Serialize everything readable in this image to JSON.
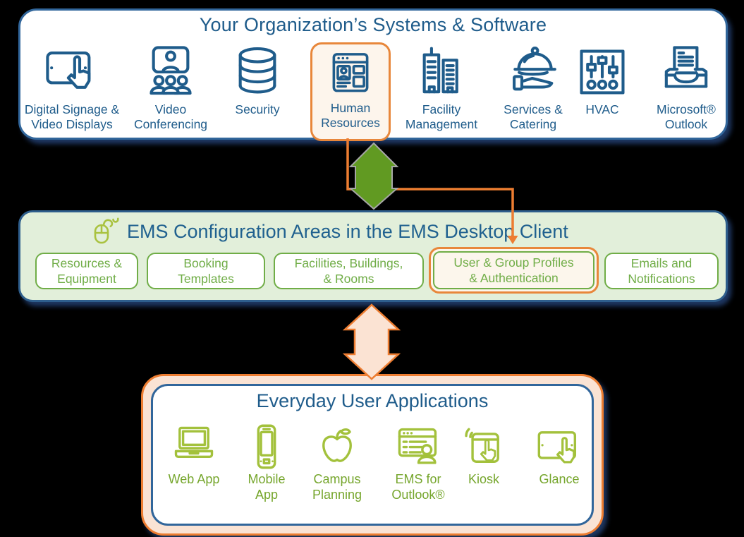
{
  "colors": {
    "dark_blue_text": "#1F5C8B",
    "panel_border_blue": "#31669B",
    "middle_border_blue": "#2E5E8C",
    "green_button": "#70AD47",
    "light_green_bg": "#E2EFDA",
    "icon_green": "#A3C13C",
    "green_label": "#76A62D",
    "orange": "#ED7D31",
    "peach_bg": "#FAE3D4",
    "cream_highlight_bg": "#FDF5EC",
    "arrow_green_fill": "#619A22",
    "arrow_gray_outline": "#A6A6A6",
    "pink_arrow_fill": "#FBE3D3",
    "background": "#000000"
  },
  "top_section": {
    "title": "Your Organization’s Systems & Software",
    "items": [
      {
        "icon": "digital-signage-icon",
        "label": "Digital Signage &\nVideo Displays",
        "highlighted": false
      },
      {
        "icon": "video-conferencing-icon",
        "label": "Video\nConferencing",
        "highlighted": false
      },
      {
        "icon": "security-icon",
        "label": "Security",
        "highlighted": false
      },
      {
        "icon": "human-resources-icon",
        "label": "Human\nResources",
        "highlighted": true
      },
      {
        "icon": "facility-management-icon",
        "label": "Facility\nManagement",
        "highlighted": false
      },
      {
        "icon": "services-catering-icon",
        "label": "Services &\nCatering",
        "highlighted": false
      },
      {
        "icon": "hvac-icon",
        "label": "HVAC",
        "highlighted": false
      },
      {
        "icon": "microsoft-outlook-icon",
        "label": "Microsoft®\nOutlook",
        "highlighted": false
      }
    ]
  },
  "middle_section": {
    "title": "EMS Configuration Areas in the EMS Desktop Client",
    "title_icon": "mouse-icon",
    "buttons": [
      {
        "label": "Resources &\nEquipment",
        "highlighted": false
      },
      {
        "label": "Booking\nTemplates",
        "highlighted": false
      },
      {
        "label": "Facilities, Buildings,\n& Rooms",
        "highlighted": false
      },
      {
        "label": "User & Group Profiles\n& Authentication",
        "highlighted": true
      },
      {
        "label": "Emails and\nNotifications",
        "highlighted": false
      }
    ]
  },
  "bottom_section": {
    "title": "Everyday User Applications",
    "items": [
      {
        "icon": "web-app-icon",
        "label": "Web App"
      },
      {
        "icon": "mobile-app-icon",
        "label": "Mobile\nApp"
      },
      {
        "icon": "campus-planning-icon",
        "label": "Campus\nPlanning"
      },
      {
        "icon": "ems-for-outlook-icon",
        "label": "EMS for\nOutlook®"
      },
      {
        "icon": "kiosk-icon",
        "label": "Kiosk"
      },
      {
        "icon": "glance-icon",
        "label": "Glance"
      }
    ]
  },
  "connectors": [
    {
      "name": "top-middle-sync-arrow",
      "type": "vertical-double-arrow",
      "color": "#619A22"
    },
    {
      "name": "hr-to-user-group-connector",
      "type": "elbow-arrow",
      "color": "#ED7D31"
    },
    {
      "name": "middle-bottom-sync-arrow",
      "type": "vertical-double-arrow",
      "color": "#FBE3D3"
    }
  ]
}
